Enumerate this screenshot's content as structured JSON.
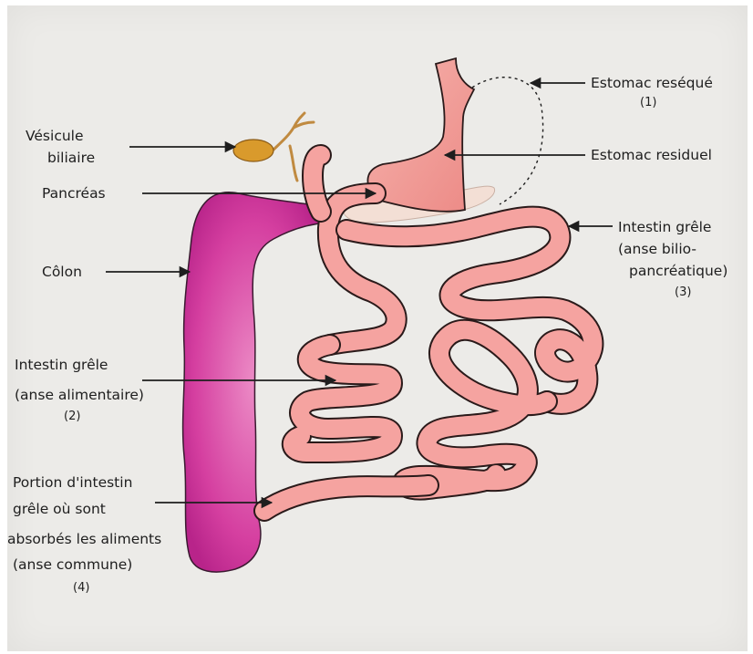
{
  "labels": {
    "estomac_reseque": "Estomac reséqué",
    "estomac_reseque_num": "(1)",
    "estomac_residuel": "Estomac residuel",
    "intestin_grele_bilio_1": "Intestin grêle",
    "intestin_grele_bilio_2": "(anse bilio-",
    "intestin_grele_bilio_3": "pancréatique)",
    "intestin_grele_bilio_num": "(3)",
    "vesicule_1": "Vésicule",
    "vesicule_2": "biliaire",
    "pancreas": "Pancréas",
    "colon": "Côlon",
    "intestin_grele_alim_1": "Intestin grêle",
    "intestin_grele_alim_2": "(anse alimentaire)",
    "intestin_grele_alim_num": "(2)",
    "portion_1": "Portion d'intestin",
    "portion_2": "grêle où sont",
    "portion_3": "absorbés les aliments",
    "portion_4": "(anse commune)",
    "portion_num": "(4)"
  },
  "colors": {
    "background": "#ecebe8",
    "intestine_fill": "#f5a3a0",
    "intestine_outline": "#2a1a1a",
    "colon_fill": "#d23a9c",
    "gallbladder": "#d99a2c",
    "pancreas": "#f3dfd5"
  }
}
